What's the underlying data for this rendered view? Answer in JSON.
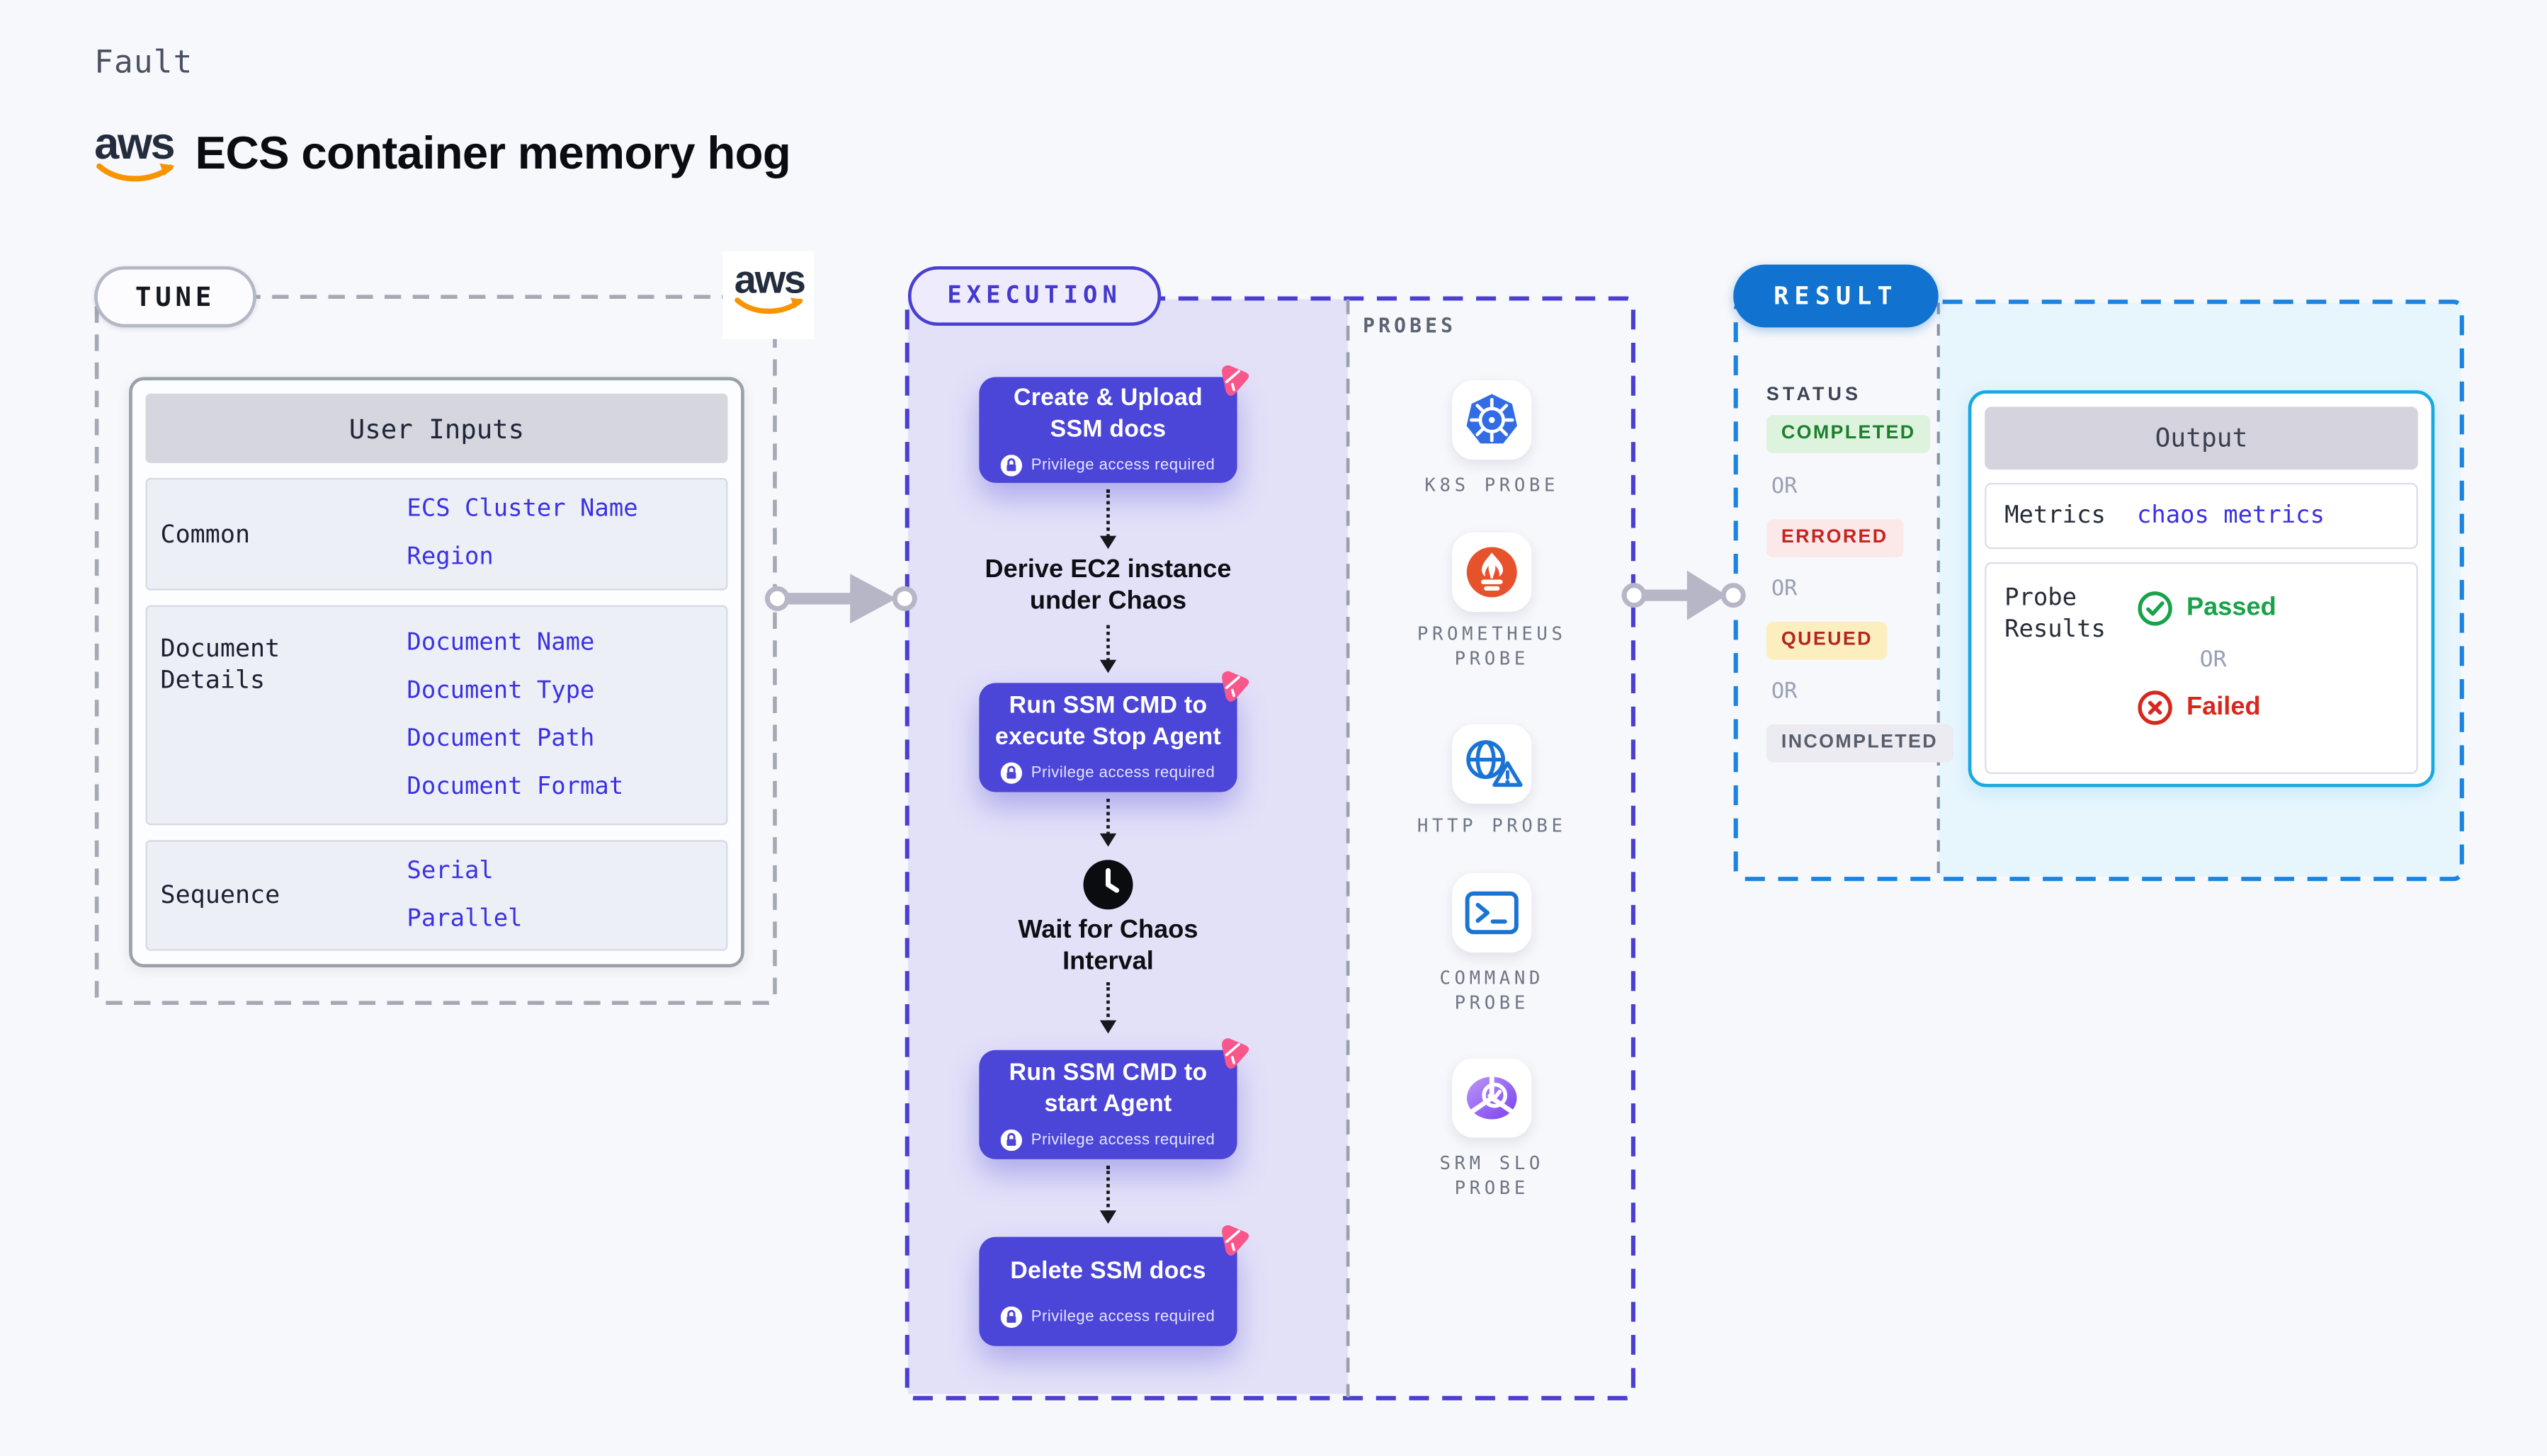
{
  "page": {
    "background": "#f7f8fb"
  },
  "aws_logo": {
    "wordmark": "aws"
  },
  "header": {
    "category_label": "Fault",
    "title": "ECS container memory hog"
  },
  "tune": {
    "section_label": "TUNE",
    "table": {
      "header": "User Inputs",
      "rows": [
        {
          "label": "Common",
          "values": [
            "ECS Cluster Name",
            "Region"
          ]
        },
        {
          "label": "Document Details",
          "values": [
            "Document Name",
            "Document Type",
            "Document Path",
            "Document Format"
          ]
        },
        {
          "label": "Sequence",
          "values": [
            "Serial",
            "Parallel"
          ]
        }
      ]
    }
  },
  "execution": {
    "section_label": "EXECUTION",
    "privilege_note": "Privilege access required",
    "steps": [
      {
        "type": "action",
        "label": "Create & Upload SSM docs"
      },
      {
        "type": "text",
        "label": "Derive EC2 instance under Chaos"
      },
      {
        "type": "action",
        "label": "Run SSM CMD to execute Stop Agent"
      },
      {
        "type": "wait",
        "label": "Wait for Chaos Interval"
      },
      {
        "type": "action",
        "label": "Run SSM CMD to start Agent"
      },
      {
        "type": "action",
        "label": "Delete SSM docs"
      }
    ]
  },
  "probes": {
    "section_label": "PROBES",
    "items": [
      {
        "label": "K8S PROBE",
        "icon": "kubernetes-icon"
      },
      {
        "label": "PROMETHEUS PROBE",
        "icon": "prometheus-icon"
      },
      {
        "label": "HTTP PROBE",
        "icon": "http-globe-warning-icon"
      },
      {
        "label": "COMMAND PROBE",
        "icon": "terminal-icon"
      },
      {
        "label": "SRM SLO PROBE",
        "icon": "srm-slo-gauge-icon"
      }
    ]
  },
  "result": {
    "section_label": "RESULT",
    "status_label": "STATUS",
    "or_label": "OR",
    "statuses": [
      {
        "label": "COMPLETED",
        "bg": "#def3de",
        "color": "#1c7f2c"
      },
      {
        "label": "ERRORED",
        "bg": "#fbe9e9",
        "color": "#c62420"
      },
      {
        "label": "QUEUED",
        "bg": "#fdeebf",
        "color": "#b3261e"
      },
      {
        "label": "INCOMPLETED",
        "bg": "#ebebf1",
        "color": "#575d6b"
      }
    ],
    "output": {
      "header": "Output",
      "metrics_label": "Metrics",
      "metrics_value": "chaos metrics",
      "probe_results_label": "Probe Results",
      "passed_label": "Passed",
      "failed_label": "Failed"
    }
  },
  "palette": {
    "action_box": "#4b45d8",
    "execution_fill": "#e3e1f8",
    "execution_accent": "#4a3fd1",
    "value_blue": "#3b31e3",
    "result_pill": "#1173cf",
    "result_dash": "#1b84e0",
    "output_border": "#17a9e0",
    "output_fill": "#e7f5fd",
    "arrow_gray": "#b6b6c6",
    "passed_green": "#18a249",
    "failed_red": "#d7281e",
    "litmus_pink": "#f9578c",
    "kubernetes_blue": "#326ce5",
    "prometheus_orange": "#e6522c",
    "probe_icon_blue": "#1a74d4",
    "srm_purple": "#8b5cf6",
    "aws_orange": "#f79400"
  }
}
